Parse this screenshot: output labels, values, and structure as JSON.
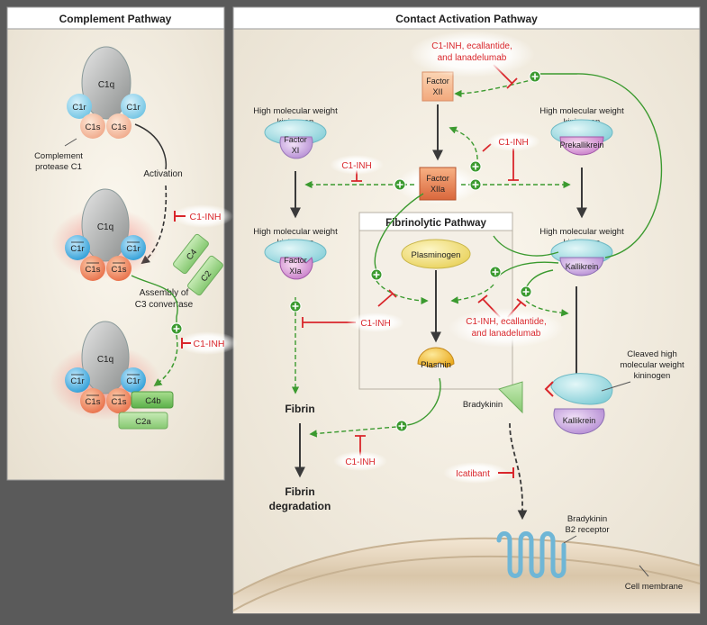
{
  "panels": {
    "complement_title": "Complement Pathway",
    "contact_title": "Contact Activation Pathway",
    "fibrinolytic_title": "Fibrinolytic Pathway"
  },
  "complement": {
    "c1q": "C1q",
    "c1r": "C1r",
    "c1s": "C1s",
    "c1r_active": "C1r",
    "c1s_active": "C1s",
    "protease_label": [
      "Complement",
      "protease C1"
    ],
    "activation": "Activation",
    "assembly_label": [
      "Assembly of",
      "C3 convertase"
    ],
    "c4": "C4",
    "c2": "C2",
    "c4b": "C4b",
    "c2a": "C2a",
    "inhibitor": "C1-INH"
  },
  "contact": {
    "hmwk": [
      "High molecular weight",
      "kininogen"
    ],
    "factor_xi": [
      "Factor",
      "XI"
    ],
    "factor_xia": [
      "Factor",
      "XIa"
    ],
    "factor_xii": [
      "Factor",
      "XII"
    ],
    "factor_xiia": [
      "Factor",
      "XIIa"
    ],
    "prekallikrein": "Prekallikrein",
    "kallikrein": "Kallikrein",
    "plasminogen": "Plasminogen",
    "plasmin": "Plasmin",
    "fibrin": "Fibrin",
    "fibrin_degradation": [
      "Fibrin",
      "degradation"
    ],
    "bradykinin": "Bradykinin",
    "cleaved_hmwk": [
      "Cleaved high",
      "molecular weight",
      "kininogen"
    ],
    "b2_receptor": [
      "Bradykinin",
      "B2 receptor"
    ],
    "cell_membrane": "Cell membrane",
    "c1inh": "C1-INH",
    "c1inh_combo": [
      "C1-INH, ecallantide,",
      "and lanadelumab"
    ],
    "icatibant": "Icatibant"
  },
  "colors": {
    "inhibitor_red": "#d9262b",
    "activation_green": "#3b9a2f",
    "arrow_dark": "#3a3a3a"
  }
}
